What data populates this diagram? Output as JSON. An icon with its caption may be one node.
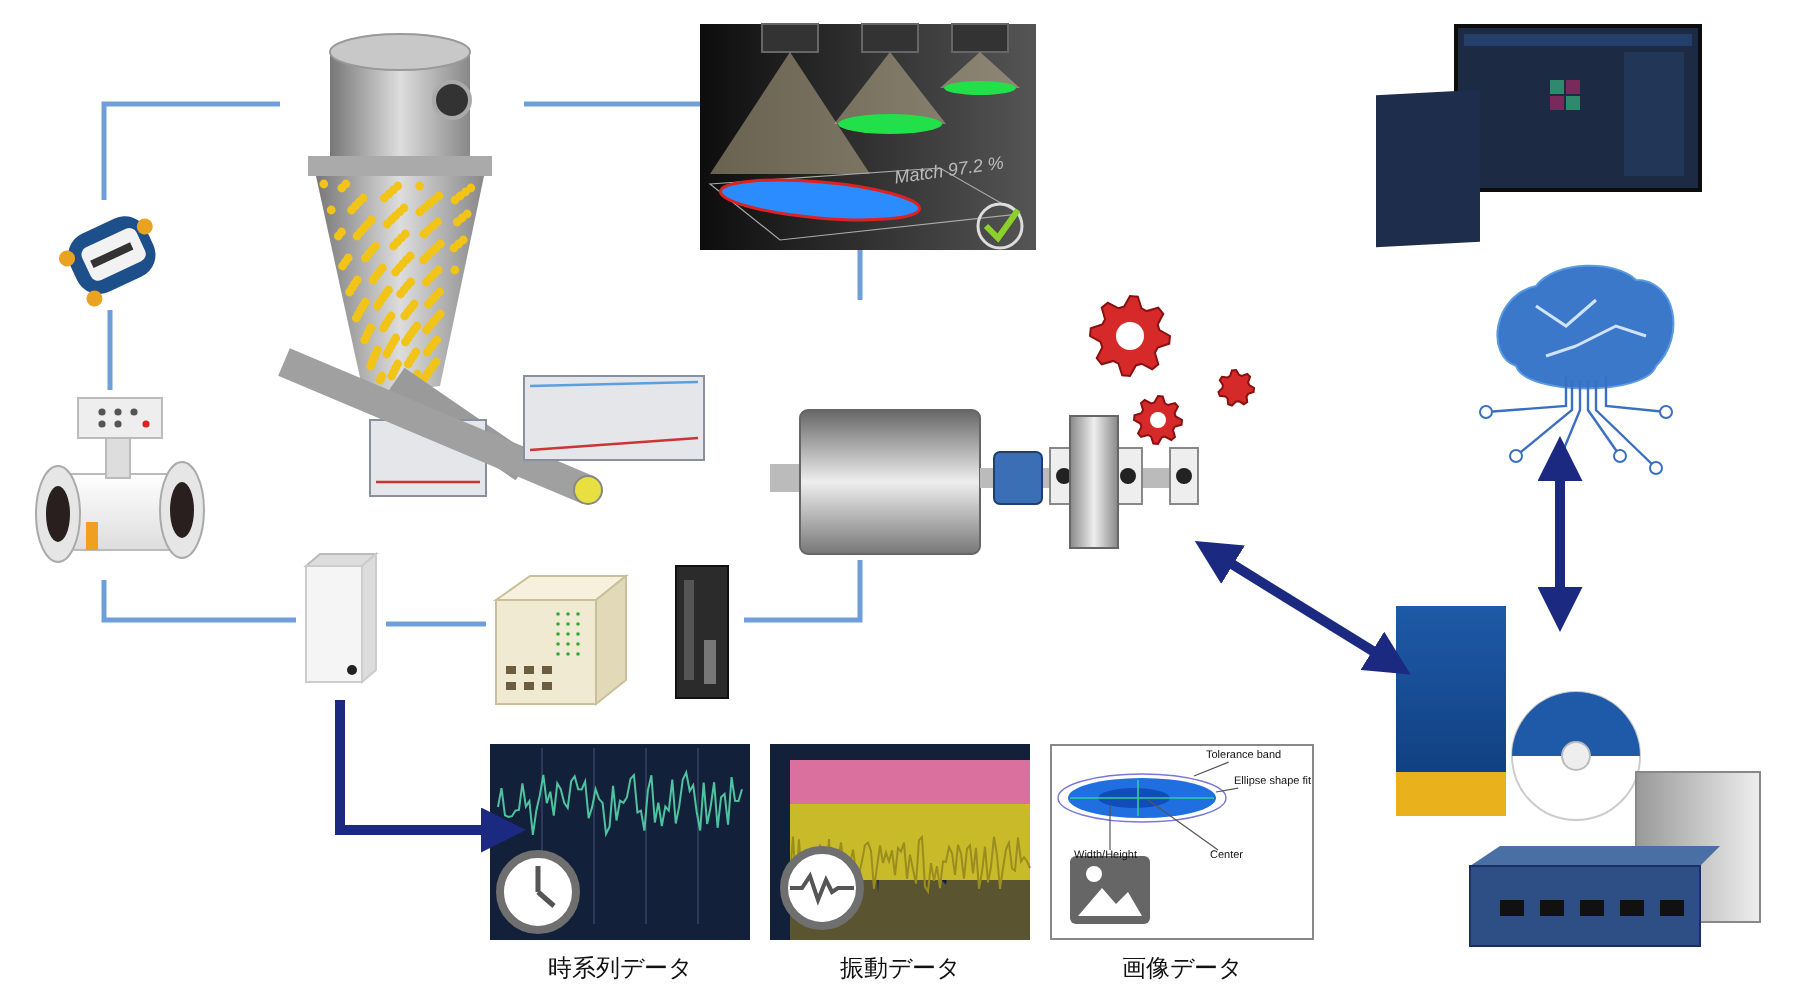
{
  "diagram": {
    "nodes": [
      {
        "text": [],
        "shape": "picture"
      },
      {
        "text": [],
        "shape": "picture"
      },
      {
        "text": [],
        "shape": "picture"
      },
      {
        "text": [],
        "shape": "picture"
      },
      {
        "text": [],
        "shape": "picture"
      },
      {
        "text": [],
        "shape": "picture"
      },
      {
        "text": [],
        "shape": "picture"
      },
      {
        "text": [],
        "shape": "picture"
      },
      {
        "text": [],
        "shape": "picture"
      },
      {
        "text": [],
        "shape": "picture",
        "beside": [
          "時系列データ"
        ]
      },
      {
        "text": [],
        "shape": "picture",
        "beside": [
          "振動データ"
        ]
      },
      {
        "text": [],
        "shape": "picture",
        "beside": [
          "画像データ"
        ]
      },
      {
        "text": [],
        "shape": "picture"
      },
      {
        "text": [],
        "shape": "picture"
      },
      {
        "text": [],
        "shape": "picture"
      },
      {
        "text": [
          "Tolerance band"
        ],
        "in": 11
      },
      {
        "text": [
          "Ellipse shape fit"
        ],
        "in": 11
      },
      {
        "text": [
          "Width/Height"
        ],
        "in": 11
      },
      {
        "text": [
          "Center"
        ],
        "in": 11
      }
    ],
    "edges": [
      {
        "from": 2,
        "to": 0,
        "arrow": "none"
      },
      {
        "from": 0,
        "to": 1,
        "arrow": "none"
      },
      {
        "from": 1,
        "to": 6,
        "arrow": "none"
      },
      {
        "from": 6,
        "to": 7,
        "arrow": "none"
      },
      {
        "from": 8,
        "to": 5,
        "arrow": "none"
      },
      {
        "from": 4,
        "to": 5,
        "arrow": "none"
      },
      {
        "from": 2,
        "to": 4,
        "arrow": "none"
      },
      {
        "from": 6,
        "to": 9,
        "arrow": "to",
        "style": "thick",
        "color": "#1b2a80"
      },
      {
        "from": 5,
        "to": 14,
        "arrow": "both",
        "style": "thick",
        "color": "#1b2a80"
      },
      {
        "from": 13,
        "to": 14,
        "arrow": "both",
        "style": "thick",
        "color": "#1b2a80"
      },
      {
        "from": 15,
        "to": null,
        "arrow": "none",
        "color": "#555555"
      },
      {
        "from": 16,
        "to": null,
        "arrow": "none",
        "color": "#555555"
      },
      {
        "from": 17,
        "to": null,
        "arrow": "none",
        "color": "#555555"
      },
      {
        "from": 18,
        "to": null,
        "arrow": "none",
        "color": "#555555"
      }
    ],
    "labels": [
      "Match 97.2 %"
    ]
  }
}
